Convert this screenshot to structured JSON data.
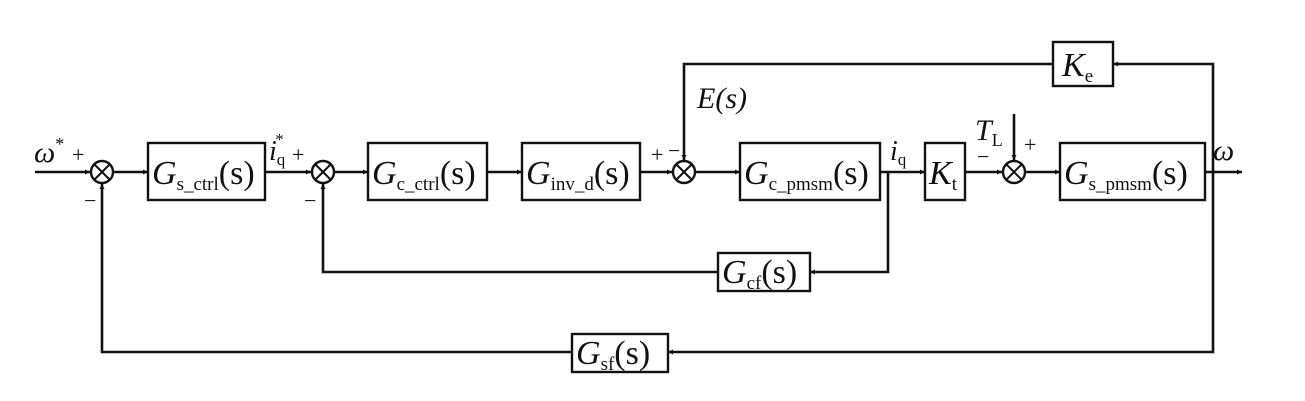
{
  "blocks": {
    "gs_ctrl": {
      "main": "G",
      "sub": "s_ctrl",
      "arg": "(s)"
    },
    "gc_ctrl": {
      "main": "G",
      "sub": "c_ctrl",
      "arg": "(s)"
    },
    "ginv_d": {
      "main": "G",
      "sub": "inv_d",
      "arg": "(s)"
    },
    "gc_pmsm": {
      "main": "G",
      "sub": "c_pmsm",
      "arg": "(s)"
    },
    "kt": {
      "main": "K",
      "sub": "t",
      "arg": ""
    },
    "gs_pmsm": {
      "main": "G",
      "sub": "s_pmsm",
      "arg": "(s)"
    },
    "ke": {
      "main": "K",
      "sub": "e",
      "arg": ""
    },
    "gcf": {
      "main": "G",
      "sub": "cf",
      "arg": "(s)"
    },
    "gsf": {
      "main": "G",
      "sub": "sf",
      "arg": "(s)"
    }
  },
  "signals": {
    "omega_ref": {
      "main": "ω",
      "sup": "*"
    },
    "iq_ref": {
      "main": "i",
      "sub": "q",
      "sup": "*"
    },
    "iq": {
      "main": "i",
      "sub": "q"
    },
    "emf": "E(s)",
    "load": {
      "main": "T",
      "sub": "L"
    },
    "omega": "ω"
  },
  "signs": {
    "s1_in": "+",
    "s1_fb": "−",
    "s2_in": "+",
    "s2_fb": "−",
    "s3_in": "+",
    "s3_fb": "−",
    "s4_in": "−",
    "s4_load": "+"
  }
}
